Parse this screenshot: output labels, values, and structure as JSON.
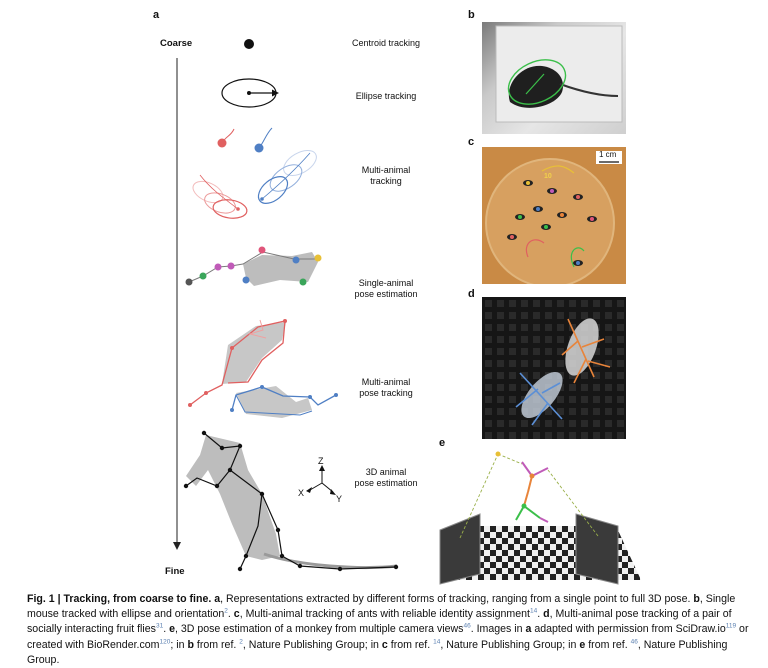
{
  "panels": {
    "a": "a",
    "b": "b",
    "c": "c",
    "d": "d",
    "e": "e"
  },
  "axis": {
    "top": "Coarse",
    "bottom": "Fine"
  },
  "rows": {
    "centroid": "Centroid tracking",
    "ellipse": "Ellipse tracking",
    "multi_line1": "Multi-animal",
    "multi_line2": "tracking",
    "single_line1": "Single-animal",
    "single_line2": "pose estimation",
    "multipose_line1": "Multi-animal",
    "multipose_line2": "pose tracking",
    "pose3d_line1": "3D animal",
    "pose3d_line2": "pose estimation"
  },
  "axes3d": {
    "z": "Z",
    "x": "X",
    "y": "Y"
  },
  "scalebar": "1 cm",
  "ant_id": "10",
  "caption": {
    "fig": "Fig. 1 | Tracking, from coarse to fine.",
    "a_letter": "a",
    "a_text": ", Representations extracted by different forms of tracking, ranging from a single point to full 3D pose.",
    "b_letter": "b",
    "b_text": ", Single mouse tracked with ellipse and orientation",
    "ref_b": "2",
    "c_letter": "c",
    "c_text": ", Multi-animal tracking of ants with reliable identity assignment",
    "ref_c": "14",
    "d_letter": "d",
    "d_text": ", Multi-animal pose tracking of a pair of socially interacting fruit flies",
    "ref_d": "31",
    "e_letter": "e",
    "e_text": ", 3D pose estimation of a monkey from multiple camera views",
    "ref_e": "46",
    "images_text": ". Images in",
    "a2_letter": "a",
    "scidraw_text": "adapted with permission from SciDraw.io",
    "ref_scidraw": "119",
    "or_text": "or created with BioRender.com",
    "ref_bio": "120",
    "in_b_pre": "; in",
    "b2_letter": "b",
    "from_b": "from ref.",
    "ref_b2": "2",
    "npg1": ", Nature Publishing Group; in",
    "c2_letter": "c",
    "from_c": "from ref.",
    "ref_c2": "14",
    "npg2": ", Nature Publishing Group; in",
    "e2_letter": "e",
    "from_e": "from ref.",
    "ref_e2": "46",
    "npg3": ", Nature Publishing Group."
  },
  "colors": {
    "red": "#e06060",
    "blue": "#4f7fc4",
    "grey_body": "#bdbdbd",
    "arena": "#c98a45",
    "fly_orange": "#e8843a",
    "fly_blue": "#5b8fd6"
  }
}
